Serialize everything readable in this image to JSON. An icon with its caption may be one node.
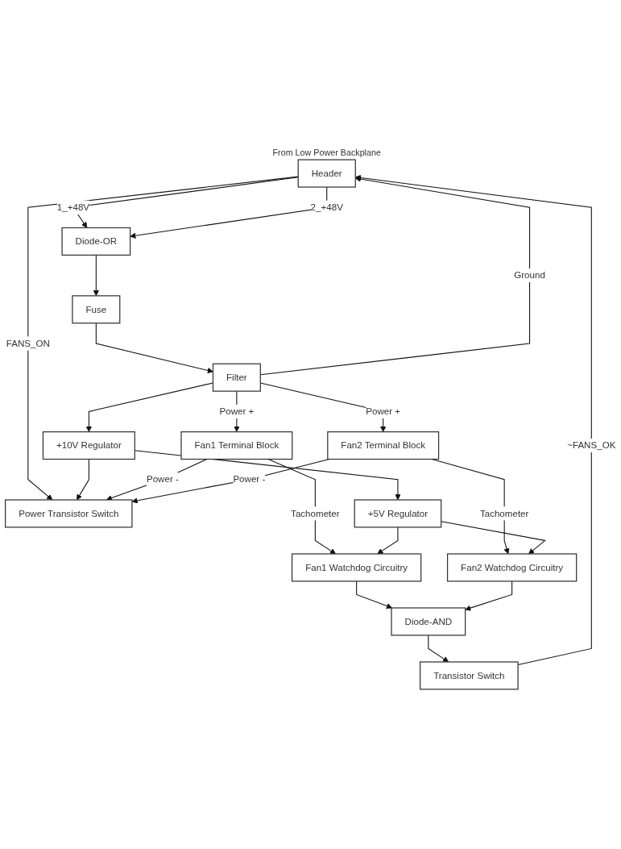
{
  "diagram": {
    "nodes": [
      {
        "text": [
          "Header"
        ],
        "beside": [
          "From Low Power Backplane"
        ]
      },
      {
        "text": [
          "Diode-OR"
        ]
      },
      {
        "text": [
          "Fuse"
        ]
      },
      {
        "text": [
          "Filter"
        ]
      },
      {
        "text": [
          "+10V Regulator"
        ]
      },
      {
        "text": [
          "Power Transistor Switch"
        ]
      },
      {
        "text": [
          "Transistor Switch"
        ]
      },
      {
        "text": [
          "+5V Regulator"
        ]
      },
      {
        "text": [
          "Fan1 Terminal Block"
        ]
      },
      {
        "text": [
          "Fan1 Watchdog Circuitry"
        ]
      },
      {
        "text": [
          "Diode-AND"
        ]
      },
      {
        "text": [
          "Fan2 Terminal Block"
        ]
      },
      {
        "text": [
          "Fan2 Watchdog Circuitry"
        ]
      }
    ],
    "edges": [
      {
        "from": 0,
        "to": 1,
        "arrow": "to",
        "label": "1_+48V"
      },
      {
        "from": 0,
        "to": 1,
        "arrow": "to",
        "label": "2_+48V"
      },
      {
        "from": 1,
        "to": 2,
        "arrow": "to"
      },
      {
        "from": 2,
        "to": 3,
        "arrow": "to"
      },
      {
        "from": 3,
        "to": 4,
        "arrow": "to"
      },
      {
        "from": 3,
        "to": 0,
        "arrow": "to",
        "label": "Ground"
      },
      {
        "from": 0,
        "to": 5,
        "arrow": "to",
        "label": "FANS_ON"
      },
      {
        "from": 4,
        "to": 5,
        "arrow": "to"
      },
      {
        "from": 4,
        "to": 7,
        "arrow": "to"
      },
      {
        "from": 6,
        "to": 0,
        "arrow": "to",
        "label": "~FANS_OK"
      },
      {
        "from": 3,
        "to": 8,
        "arrow": "to",
        "label": "Power +"
      },
      {
        "from": 3,
        "to": 11,
        "arrow": "to",
        "label": "Power +"
      },
      {
        "from": 8,
        "to": 5,
        "arrow": "to",
        "label": "Power -"
      },
      {
        "from": 11,
        "to": 5,
        "arrow": "to",
        "label": "Power -"
      },
      {
        "from": 8,
        "to": 9,
        "arrow": "to",
        "label": "Tachometer"
      },
      {
        "from": 11,
        "to": 12,
        "arrow": "to",
        "label": "Tachometer"
      },
      {
        "from": 7,
        "to": 9,
        "arrow": "to"
      },
      {
        "from": 7,
        "to": 12,
        "arrow": "to"
      },
      {
        "from": 9,
        "to": 10,
        "arrow": "to"
      },
      {
        "from": 12,
        "to": 10,
        "arrow": "to"
      },
      {
        "from": 10,
        "to": 6,
        "arrow": "to"
      }
    ]
  }
}
